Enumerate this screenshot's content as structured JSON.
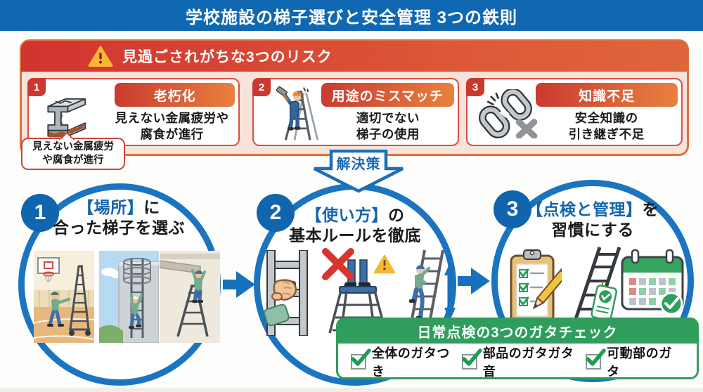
{
  "banner": {
    "title": "学校施設の梯子選びと安全管理 3つの鉄則"
  },
  "risks": {
    "header": "見過ごされがちな3つのリスク",
    "cards": [
      {
        "number": "1",
        "title": "老朽化",
        "body_line1": "見えない金属疲労や",
        "body_line2": "腐食が進行",
        "icon": "rusted-ibeam-icon"
      },
      {
        "number": "2",
        "title": "用途のミスマッチ",
        "body_line1": "適切でない",
        "body_line2": "梯子の使用",
        "icon": "worker-on-stepladder-icon"
      },
      {
        "number": "3",
        "title": "知識不足",
        "body_line1": "安全知識の",
        "body_line2": "引き継ぎ不足",
        "icon": "broken-chain-icon"
      }
    ],
    "bubble": {
      "line1": "見えない金属疲労",
      "line2": "や腐食が進行"
    }
  },
  "solution": {
    "label": "解決策"
  },
  "steps": [
    {
      "number": "1",
      "title_accent": "【場所】",
      "title_rest": "に",
      "title_line2": "合った梯子を選ぶ"
    },
    {
      "number": "2",
      "title_accent": "【使い方】",
      "title_rest": "の",
      "title_line2": "基本ルールを徹底"
    },
    {
      "number": "3",
      "title_accent": "【点検と管理】",
      "title_rest": "を",
      "title_line2": "習慣にする"
    }
  ],
  "daily_check": {
    "header": "日常点検の3つのガタチェック",
    "items": [
      "全体のガタつき",
      "部品のガタガタ音",
      "可動部のガタ"
    ]
  },
  "colors": {
    "banner_blue": "#1168b2",
    "circle_blue": "#1a74c0",
    "accent_blue": "#1565ad",
    "risk_red": "#d2342f",
    "risk_orange": "#e0713f",
    "risk_bg_pink": "#f8e3da",
    "check_green": "#2f9e5c"
  }
}
